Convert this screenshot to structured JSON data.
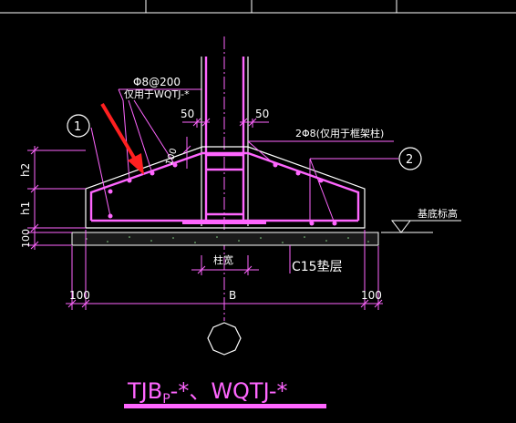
{
  "drawing": {
    "title": "TJBP-*、WQTJ-*",
    "title_main": "TJB",
    "title_sub": "P",
    "title_rest": "-*、WQTJ-*",
    "rebar_spacing": "Φ8@200",
    "rebar_note": "仅用于WQTJ-*",
    "frame_rebar": "2Φ8(仅用于框架柱)",
    "dim_50_left": "50",
    "dim_50_right": "50",
    "dim_100_slope": "100",
    "h2": "h2",
    "h1": "h1",
    "dim_100_bottom": "100",
    "base_elevation": "基底标高",
    "column_width": "柱宽",
    "cushion": "C15垫层",
    "dim_100_left": "100",
    "dim_100_right": "100",
    "width_label": "B",
    "callout_1": "1",
    "callout_2": "2"
  },
  "colors": {
    "background": "#000000",
    "magenta": "#ff66ff",
    "white": "#ffffff",
    "red": "#ff2020",
    "green": "#8cdc8c",
    "gray": "#b0b0b0"
  }
}
